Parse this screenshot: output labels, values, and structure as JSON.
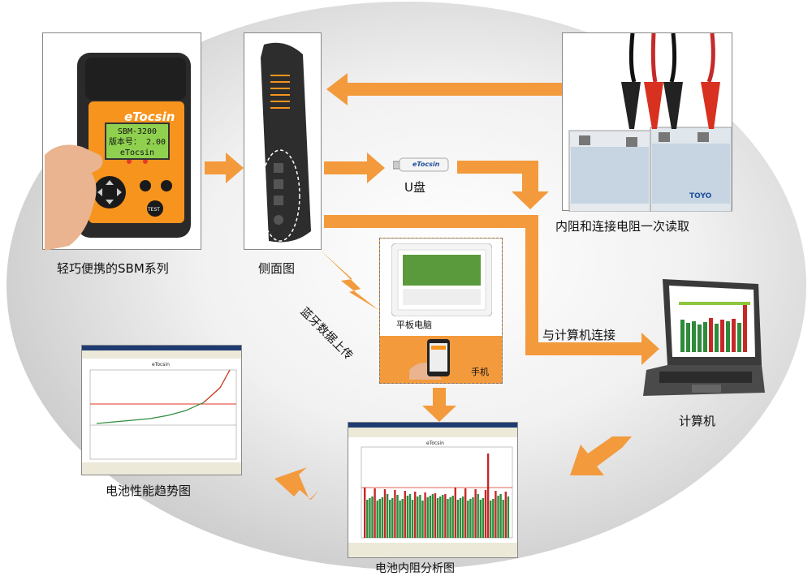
{
  "labels": {
    "device": "轻巧便携的SBM系列",
    "side": "侧面图",
    "usb": "U盘",
    "battery": "内阻和连接电阻一次读取",
    "bluetooth": "蓝牙数据上传",
    "tablet": "平板电脑",
    "phone": "手机",
    "pc_link": "与计算机连接",
    "computer": "计算机",
    "trend": "电池性能趋势图",
    "analysis": "电池内阻分析图"
  },
  "device": {
    "brand": "eTocsin",
    "lcd_lines": [
      "SBM-3200",
      "版本号： 2.00",
      "eTocsin"
    ],
    "buttons": [
      "TEST"
    ]
  },
  "usb": {
    "brand": "eTocsin"
  },
  "battery": {
    "brand": "TOYO"
  },
  "screens": {
    "app_title": "eTocsin"
  },
  "colors": {
    "arrow": "#f39a3c",
    "ellipse": "#d6d6d6",
    "device": "#f7941d",
    "lcd": "#8fd14f"
  }
}
